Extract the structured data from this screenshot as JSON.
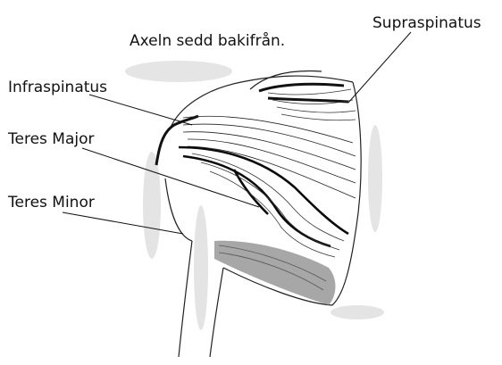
{
  "caption": "Axeln sedd bakifrån.",
  "labels": {
    "supraspinatus": "Supraspinatus",
    "infraspinatus": "Infraspinatus",
    "teres_major": "Teres Major",
    "teres_minor": "Teres Minor"
  },
  "colors": {
    "ink": "#111111",
    "paper": "#ffffff",
    "smudge": "#9a9a9a"
  }
}
